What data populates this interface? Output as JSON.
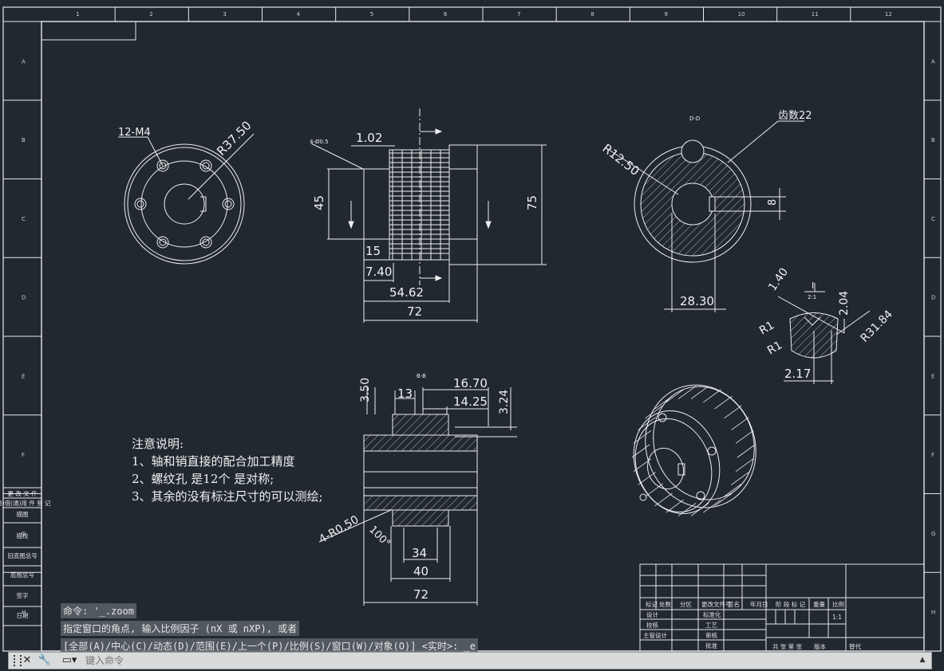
{
  "grid": {
    "cols": [
      "1",
      "2",
      "3",
      "4",
      "5",
      "6",
      "7",
      "8",
      "9",
      "10",
      "11",
      "12"
    ],
    "rows": [
      "A",
      "B",
      "C",
      "D",
      "E",
      "F",
      "G",
      "H"
    ]
  },
  "side_labels": [
    "更 改 文 件",
    "(前)借(通)用 件 登 记",
    "描图",
    "描校",
    "旧底图总号",
    "底图总号",
    "签字",
    "日期"
  ],
  "dimensions": {
    "d1": "12-M4",
    "d2": "R37.50",
    "d3": "1.02",
    "d4": "4-Ø0.5",
    "d5": "45",
    "d6": "75",
    "d7": "15",
    "d8": "7.40",
    "d9": "54.62",
    "d10": "72",
    "d11": "R12.50",
    "d12": "齿数22",
    "d13": "8",
    "d14": "28.30",
    "d15": "1.40",
    "d16": "2.04",
    "d17": "R31.84",
    "d18": "R1",
    "d19": "R1",
    "d20": "2.17",
    "d21": "3.50",
    "d22": "13",
    "d23": "16.70",
    "d24": "14.25",
    "d25": "3.24",
    "d26": "4-R0.50",
    "d27": "100°",
    "d28": "34",
    "d29": "40",
    "d30": "72",
    "d31": "B-B",
    "d32": "D-D",
    "d33": "I",
    "d34": "2:1"
  },
  "notes": {
    "title": "注意说明:",
    "lines": [
      "1、轴和销直接的配合加工精度",
      "2、螺纹孔 是12个 是对称;",
      "3、其余的没有标注尺寸的可以测绘;"
    ]
  },
  "titleblock": {
    "headers": [
      "标记",
      "处数",
      "分区",
      "更改文件号",
      "签名",
      "年月日"
    ],
    "row_labels": [
      "设计",
      "校核",
      "主管设计"
    ],
    "mid_labels": [
      "标准化",
      "工艺",
      "审核",
      "批准"
    ],
    "stage_header": "阶 段 标 记",
    "weight": "重量",
    "scale": "比例",
    "scale_value": "1:1",
    "sheet_info": "共 张 第 张",
    "version": "版本",
    "replace": "替代"
  },
  "command": {
    "history": [
      "命令: '_.zoom",
      "指定窗口的角点, 输入比例因子 (nX 或 nXP), 或者",
      "[全部(A)/中心(C)/动态(D)/范围(E)/上一个(P)/比例(S)/窗口(W)/对象(O)] <实时>: _e"
    ],
    "placeholder": "键入命令"
  },
  "icons": [
    "close-icon",
    "wrench-icon",
    "terminal-icon",
    "chevron-up-icon"
  ]
}
